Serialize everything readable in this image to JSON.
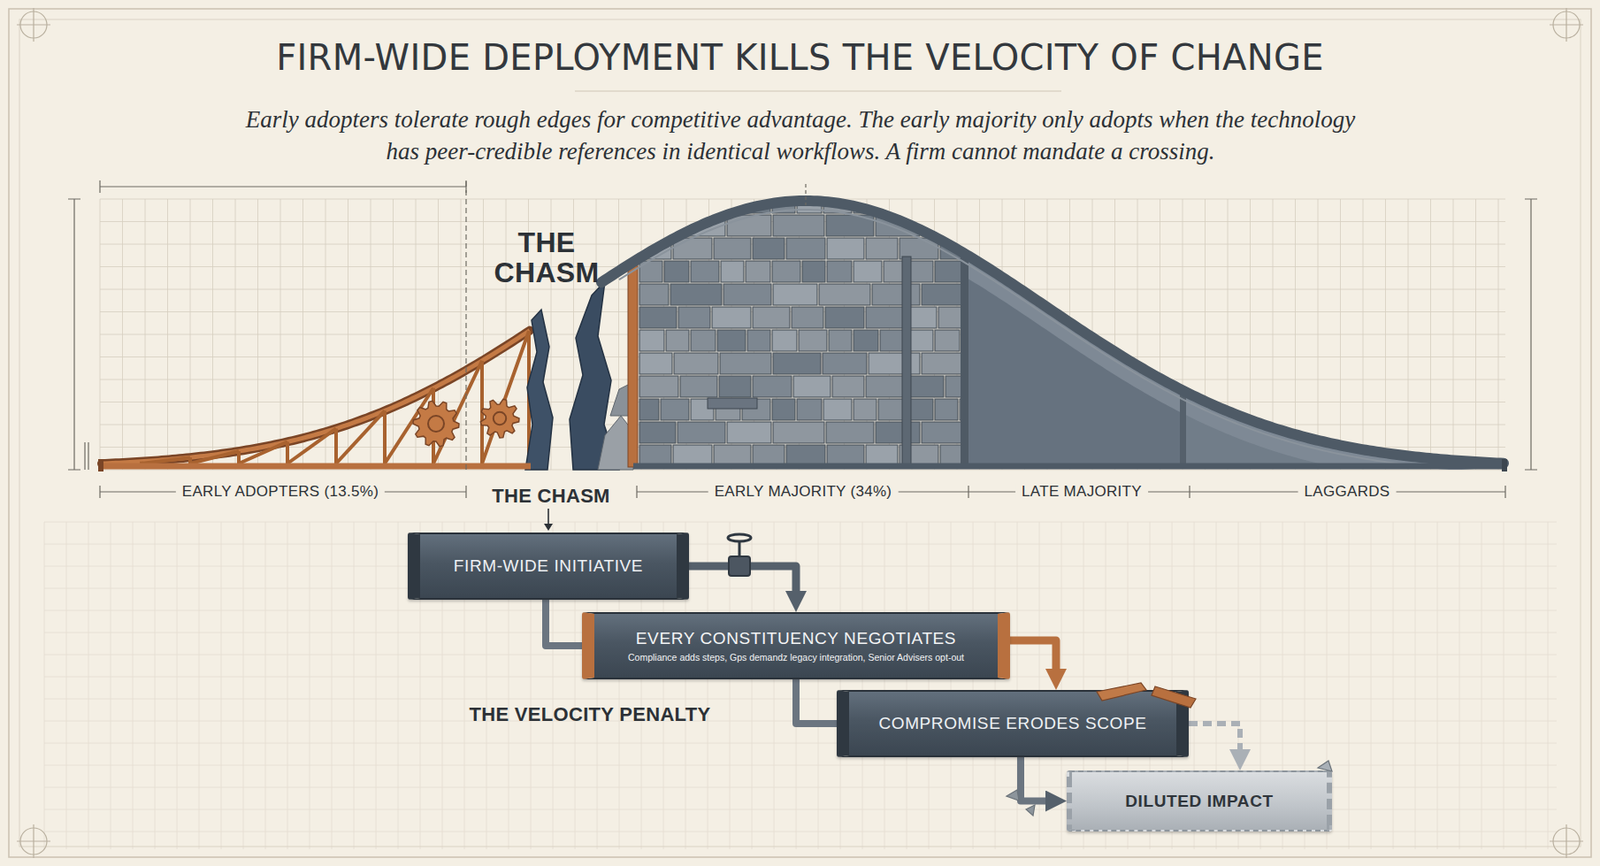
{
  "diagram": {
    "title": "FIRM-WIDE DEPLOYMENT KILLS THE VELOCITY OF CHANGE",
    "caption": "Early adopters tolerate rough edges for competitive advantage. The early majority only adopts when the technology has peer-credible references in identical workflows. A firm cannot mandate a crossing.",
    "nodes": [
      {
        "text": [
          "FIRM-WIDE INITIATIVE"
        ]
      },
      {
        "text": [
          "EVERY CONSTITUENCY NEGOTIATES",
          "Compliance adds steps, Gps demandz legacy integration, Senior Advisers opt-out"
        ]
      },
      {
        "text": [
          "COMPROMISE ERODES SCOPE"
        ]
      },
      {
        "text": [
          "DILUTED IMPACT"
        ]
      }
    ],
    "edges": [
      {
        "from": 0,
        "to": 1,
        "arrow": "to"
      },
      {
        "from": 0,
        "to": 1,
        "arrow": "none"
      },
      {
        "from": 1,
        "to": 2,
        "arrow": "to"
      },
      {
        "from": 1,
        "to": 2,
        "arrow": "none"
      },
      {
        "from": 2,
        "to": 3,
        "arrow": "to"
      },
      {
        "from": 2,
        "to": 3,
        "arrow": "to"
      }
    ],
    "labels": [
      "THE CHASM",
      "EARLY ADOPTERS (13.5%)",
      "THE CHASM",
      "EARLY MAJORITY (34%)",
      "LATE MAJORITY",
      "LAGGARDS",
      "THE VELOCITY PENALTY"
    ]
  }
}
